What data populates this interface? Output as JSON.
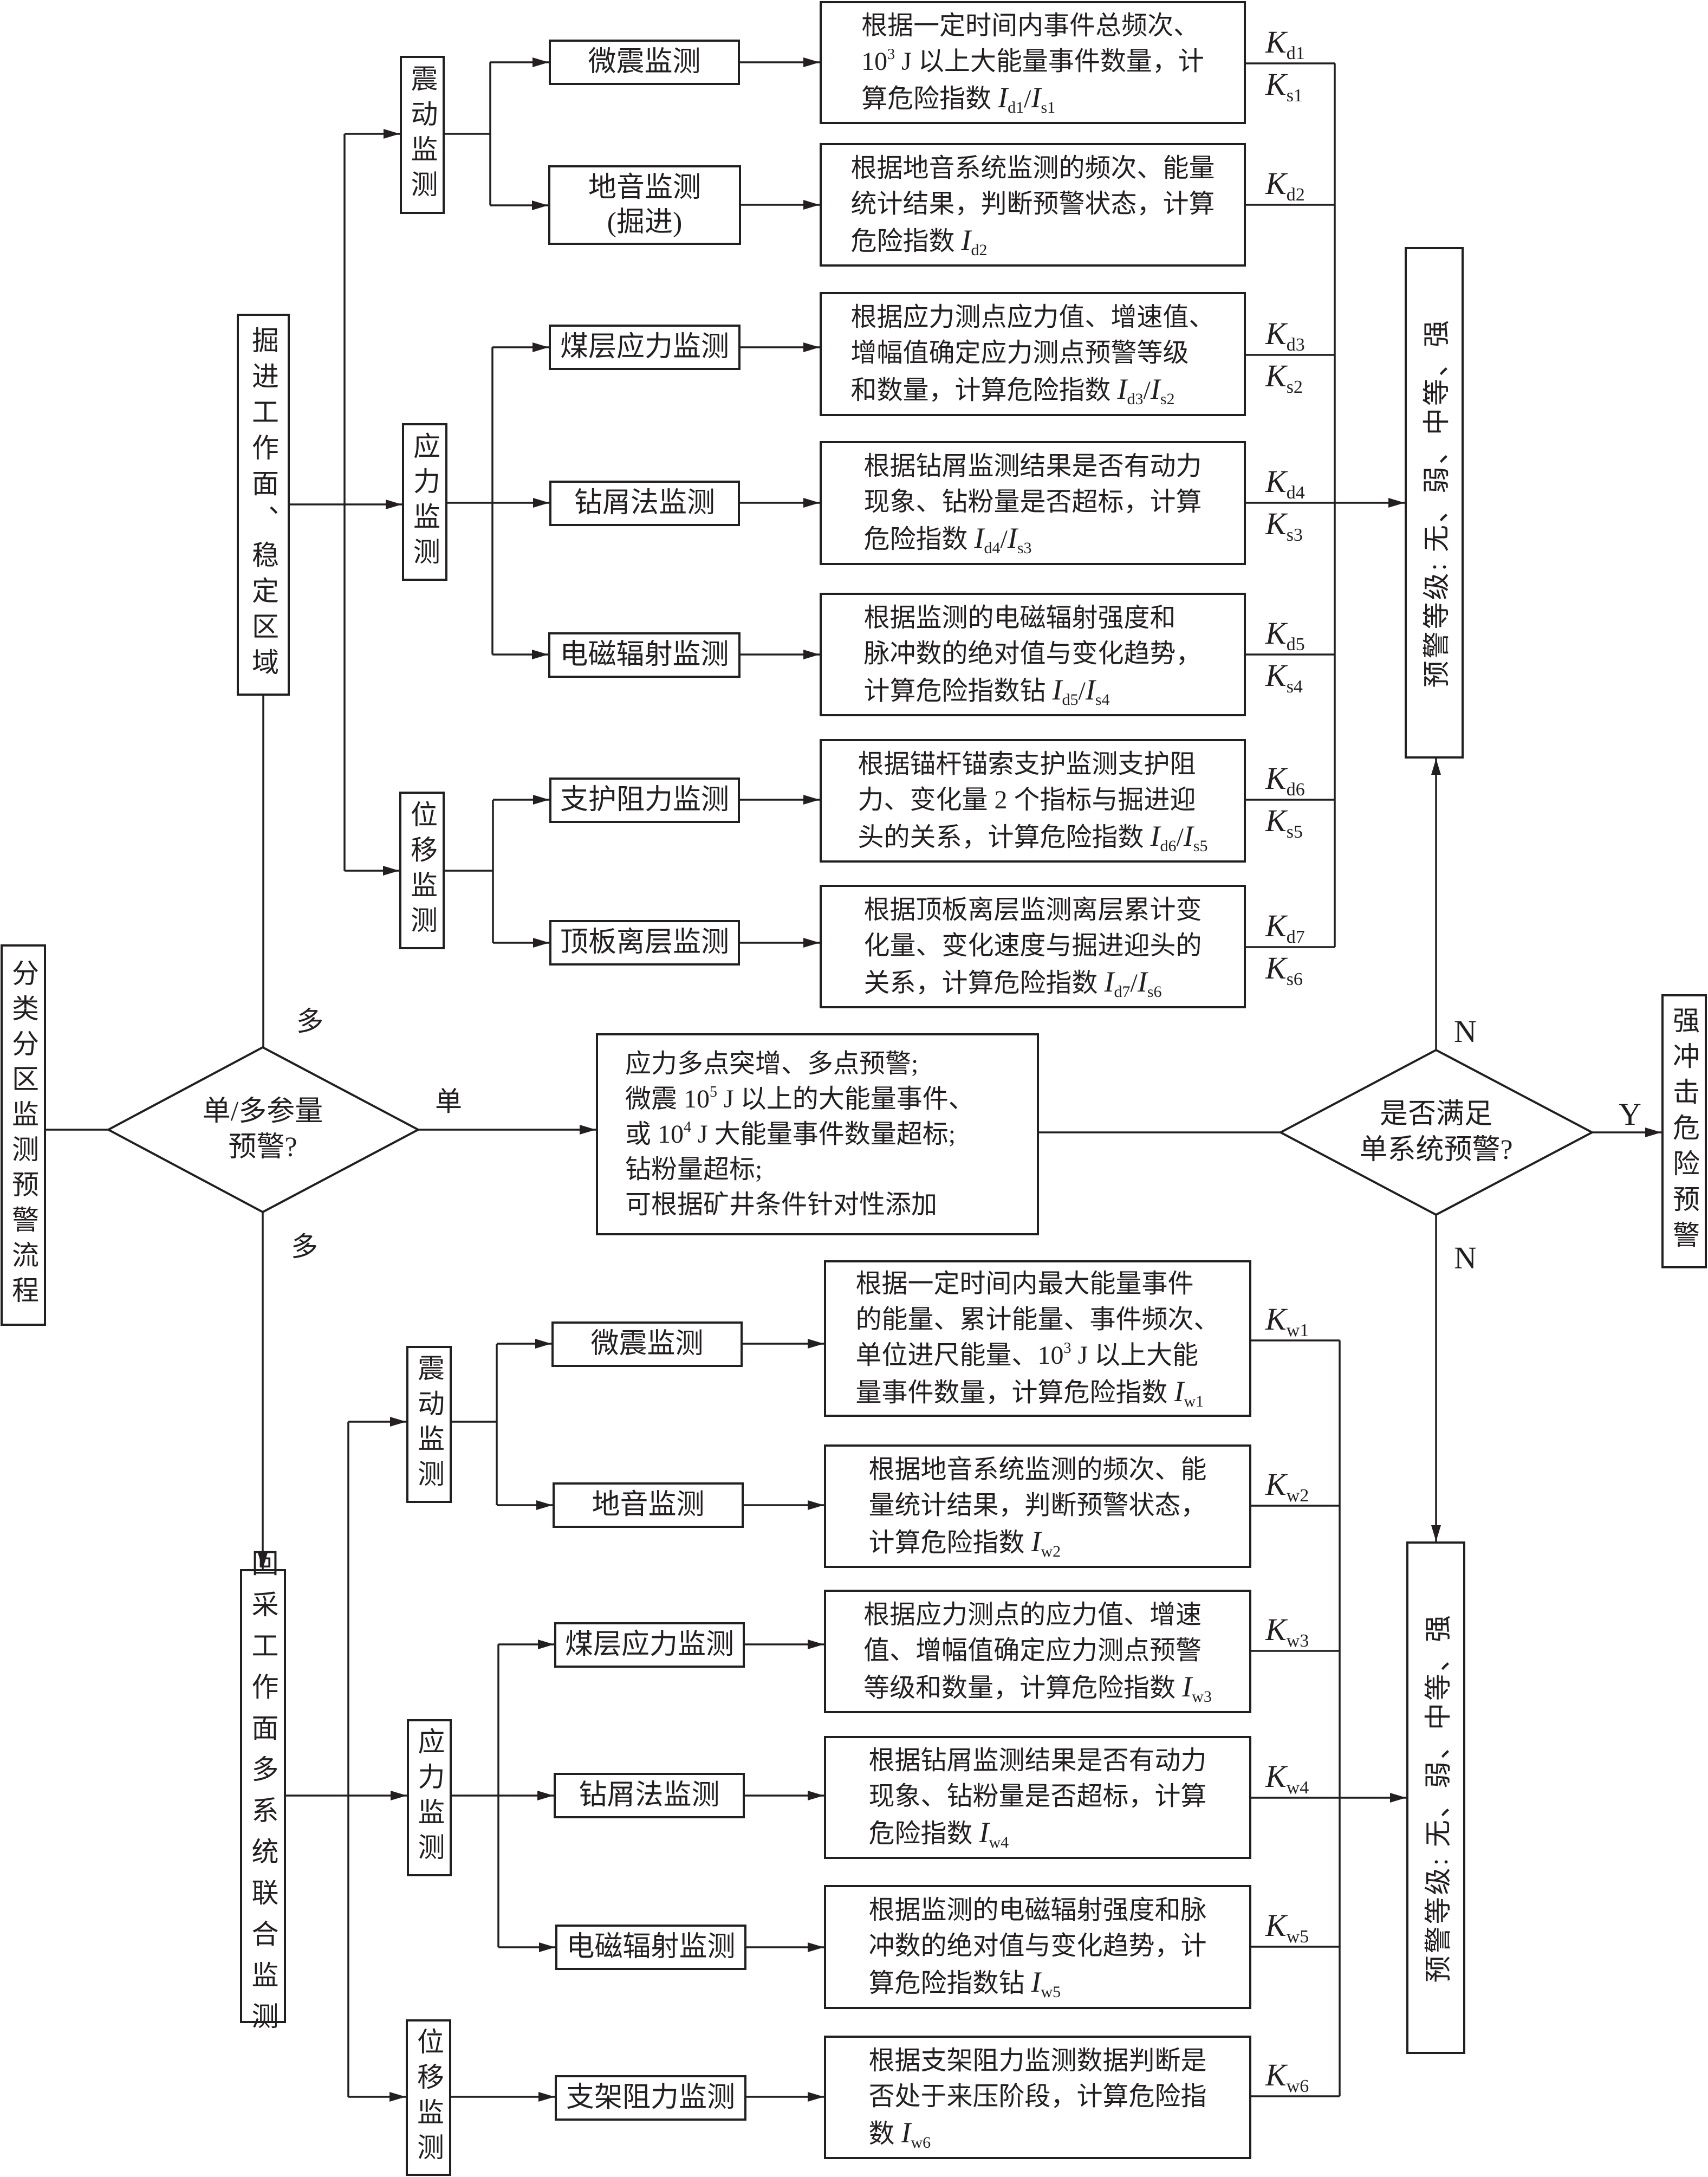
{
  "flow": {
    "title": "分类分区监测预警流程",
    "decision_parameters": {
      "lines": [
        "单/多参量",
        "预警?"
      ],
      "branch_multi_upper": "多",
      "branch_multi_lower": "多",
      "branch_single": "单"
    },
    "single_parameter_criteria": {
      "lines": [
        [
          "应力多点突增、多点预警;"
        ],
        [
          "微震 10",
          {
            "text": "5",
            "style": "sup"
          },
          " J 以上的大能量事件、"
        ],
        [
          "或 10",
          {
            "text": "4",
            "style": "sup"
          },
          " J 大能量事件数量超标;"
        ],
        [
          "钻粉量超标;"
        ],
        [
          "可根据矿井条件针对性添加"
        ]
      ]
    },
    "decision_single_system": {
      "lines": [
        "是否满足",
        "单系统预警?"
      ],
      "branch_no_upper": "N",
      "branch_no_lower": "N",
      "branch_yes": "Y"
    },
    "strong_risk_warning": "强冲击危险预警"
  },
  "excavation": {
    "zone_label": "掘进工作面、稳定区域",
    "groups": [
      "震动监测",
      "应力监测",
      "位移监测"
    ],
    "methods": [
      {
        "group": "震动监测",
        "label": "微震监测",
        "description": [
          [
            "根据一定时间内事件总频次、"
          ],
          [
            "10",
            {
              "text": "3",
              "style": "sup"
            },
            " J 以上大能量事件数量，计"
          ],
          [
            "算危险指数 ",
            {
              "text": "I",
              "style": "var"
            },
            {
              "text": "d1",
              "style": "sub"
            },
            "/",
            {
              "text": "I",
              "style": "var"
            },
            {
              "text": "s1",
              "style": "sub"
            }
          ]
        ],
        "weights": [
          {
            "symbol": "K",
            "sub": "d1"
          },
          {
            "symbol": "K",
            "sub": "s1"
          }
        ]
      },
      {
        "group": "震动监测",
        "label": "地音监测",
        "label_note": "(掘进)",
        "description": [
          [
            "根据地音系统监测的频次、能量"
          ],
          [
            "统计结果，判断预警状态，计算"
          ],
          [
            "危险指数 ",
            {
              "text": "I",
              "style": "var"
            },
            {
              "text": "d2",
              "style": "sub"
            }
          ]
        ],
        "weights": [
          {
            "symbol": "K",
            "sub": "d2"
          }
        ]
      },
      {
        "group": "应力监测",
        "label": "煤层应力监测",
        "description": [
          [
            "根据应力测点应力值、增速值、"
          ],
          [
            "增幅值确定应力测点预警等级"
          ],
          [
            "和数量，计算危险指数 ",
            {
              "text": "I",
              "style": "var"
            },
            {
              "text": "d3",
              "style": "sub"
            },
            "/",
            {
              "text": "I",
              "style": "var"
            },
            {
              "text": "s2",
              "style": "sub"
            }
          ]
        ],
        "weights": [
          {
            "symbol": "K",
            "sub": "d3"
          },
          {
            "symbol": "K",
            "sub": "s2"
          }
        ]
      },
      {
        "group": "应力监测",
        "label": "钻屑法监测",
        "description": [
          [
            "根据钻屑监测结果是否有动力"
          ],
          [
            "现象、钻粉量是否超标，计算"
          ],
          [
            "危险指数 ",
            {
              "text": "I",
              "style": "var"
            },
            {
              "text": "d4",
              "style": "sub"
            },
            "/",
            {
              "text": "I",
              "style": "var"
            },
            {
              "text": "s3",
              "style": "sub"
            }
          ]
        ],
        "weights": [
          {
            "symbol": "K",
            "sub": "d4"
          },
          {
            "symbol": "K",
            "sub": "s3"
          }
        ]
      },
      {
        "group": "应力监测",
        "label": "电磁辐射监测",
        "description": [
          [
            "根据监测的电磁辐射强度和"
          ],
          [
            "脉冲数的绝对值与变化趋势，"
          ],
          [
            "计算危险指数钻 ",
            {
              "text": "I",
              "style": "var"
            },
            {
              "text": "d5",
              "style": "sub"
            },
            "/",
            {
              "text": "I",
              "style": "var"
            },
            {
              "text": "s4",
              "style": "sub"
            }
          ]
        ],
        "weights": [
          {
            "symbol": "K",
            "sub": "d5"
          },
          {
            "symbol": "K",
            "sub": "s4"
          }
        ]
      },
      {
        "group": "位移监测",
        "label": "支护阻力监测",
        "description": [
          [
            "根据锚杆锚索支护监测支护阻"
          ],
          [
            "力、变化量 2 个指标与掘进迎"
          ],
          [
            "头的关系，计算危险指数 ",
            {
              "text": "I",
              "style": "var"
            },
            {
              "text": "d6",
              "style": "sub"
            },
            "/",
            {
              "text": "I",
              "style": "var"
            },
            {
              "text": "s5",
              "style": "sub"
            }
          ]
        ],
        "weights": [
          {
            "symbol": "K",
            "sub": "d6"
          },
          {
            "symbol": "K",
            "sub": "s5"
          }
        ]
      },
      {
        "group": "位移监测",
        "label": "顶板离层监测",
        "description": [
          [
            "根据顶板离层监测离层累计变"
          ],
          [
            "化量、变化速度与掘进迎头的"
          ],
          [
            "关系，计算危险指数 ",
            {
              "text": "I",
              "style": "var"
            },
            {
              "text": "d7",
              "style": "sub"
            },
            "/",
            {
              "text": "I",
              "style": "var"
            },
            {
              "text": "s6",
              "style": "sub"
            }
          ]
        ],
        "weights": [
          {
            "symbol": "K",
            "sub": "d7"
          },
          {
            "symbol": "K",
            "sub": "s6"
          }
        ]
      }
    ],
    "warning_levels": "预警等级: 无、弱、中等、强"
  },
  "mining": {
    "zone_label": "回采工作面多系统联合监测",
    "groups": [
      "震动监测",
      "应力监测",
      "位移监测"
    ],
    "methods": [
      {
        "group": "震动监测",
        "label": "微震监测",
        "description": [
          [
            "根据一定时间内最大能量事件"
          ],
          [
            "的能量、累计能量、事件频次、"
          ],
          [
            "单位进尺能量、10",
            {
              "text": "3",
              "style": "sup"
            },
            " J 以上大能"
          ],
          [
            "量事件数量，计算危险指数 ",
            {
              "text": "I",
              "style": "var"
            },
            {
              "text": "w1",
              "style": "sub"
            }
          ]
        ],
        "weights": [
          {
            "symbol": "K",
            "sub": "w1"
          }
        ]
      },
      {
        "group": "震动监测",
        "label": "地音监测",
        "description": [
          [
            "根据地音系统监测的频次、能"
          ],
          [
            "量统计结果，判断预警状态，"
          ],
          [
            "计算危险指数 ",
            {
              "text": "I",
              "style": "var"
            },
            {
              "text": "w2",
              "style": "sub"
            }
          ]
        ],
        "weights": [
          {
            "symbol": "K",
            "sub": "w2"
          }
        ]
      },
      {
        "group": "应力监测",
        "label": "煤层应力监测",
        "description": [
          [
            "根据应力测点的应力值、增速"
          ],
          [
            "值、增幅值确定应力测点预警"
          ],
          [
            "等级和数量，计算危险指数 ",
            {
              "text": "I",
              "style": "var"
            },
            {
              "text": "w3",
              "style": "sub"
            }
          ]
        ],
        "weights": [
          {
            "symbol": "K",
            "sub": "w3"
          }
        ]
      },
      {
        "group": "应力监测",
        "label": "钻屑法监测",
        "description": [
          [
            "根据钻屑监测结果是否有动力"
          ],
          [
            "现象、钻粉量是否超标，计算"
          ],
          [
            "危险指数 ",
            {
              "text": "I",
              "style": "var"
            },
            {
              "text": "w4",
              "style": "sub"
            }
          ]
        ],
        "weights": [
          {
            "symbol": "K",
            "sub": "w4"
          }
        ]
      },
      {
        "group": "应力监测",
        "label": "电磁辐射监测",
        "description": [
          [
            "根据监测的电磁辐射强度和脉"
          ],
          [
            "冲数的绝对值与变化趋势，计"
          ],
          [
            "算危险指数钻 ",
            {
              "text": "I",
              "style": "var"
            },
            {
              "text": "w5",
              "style": "sub"
            }
          ]
        ],
        "weights": [
          {
            "symbol": "K",
            "sub": "w5"
          }
        ]
      },
      {
        "group": "位移监测",
        "label": "支架阻力监测",
        "description": [
          [
            "根据支架阻力监测数据判断是"
          ],
          [
            "否处于来压阶段，计算危险指"
          ],
          [
            "数 ",
            {
              "text": "I",
              "style": "var"
            },
            {
              "text": "w6",
              "style": "sub"
            }
          ]
        ],
        "weights": [
          {
            "symbol": "K",
            "sub": "w6"
          }
        ]
      }
    ],
    "warning_levels": "预警等级: 无、弱、中等、强"
  }
}
